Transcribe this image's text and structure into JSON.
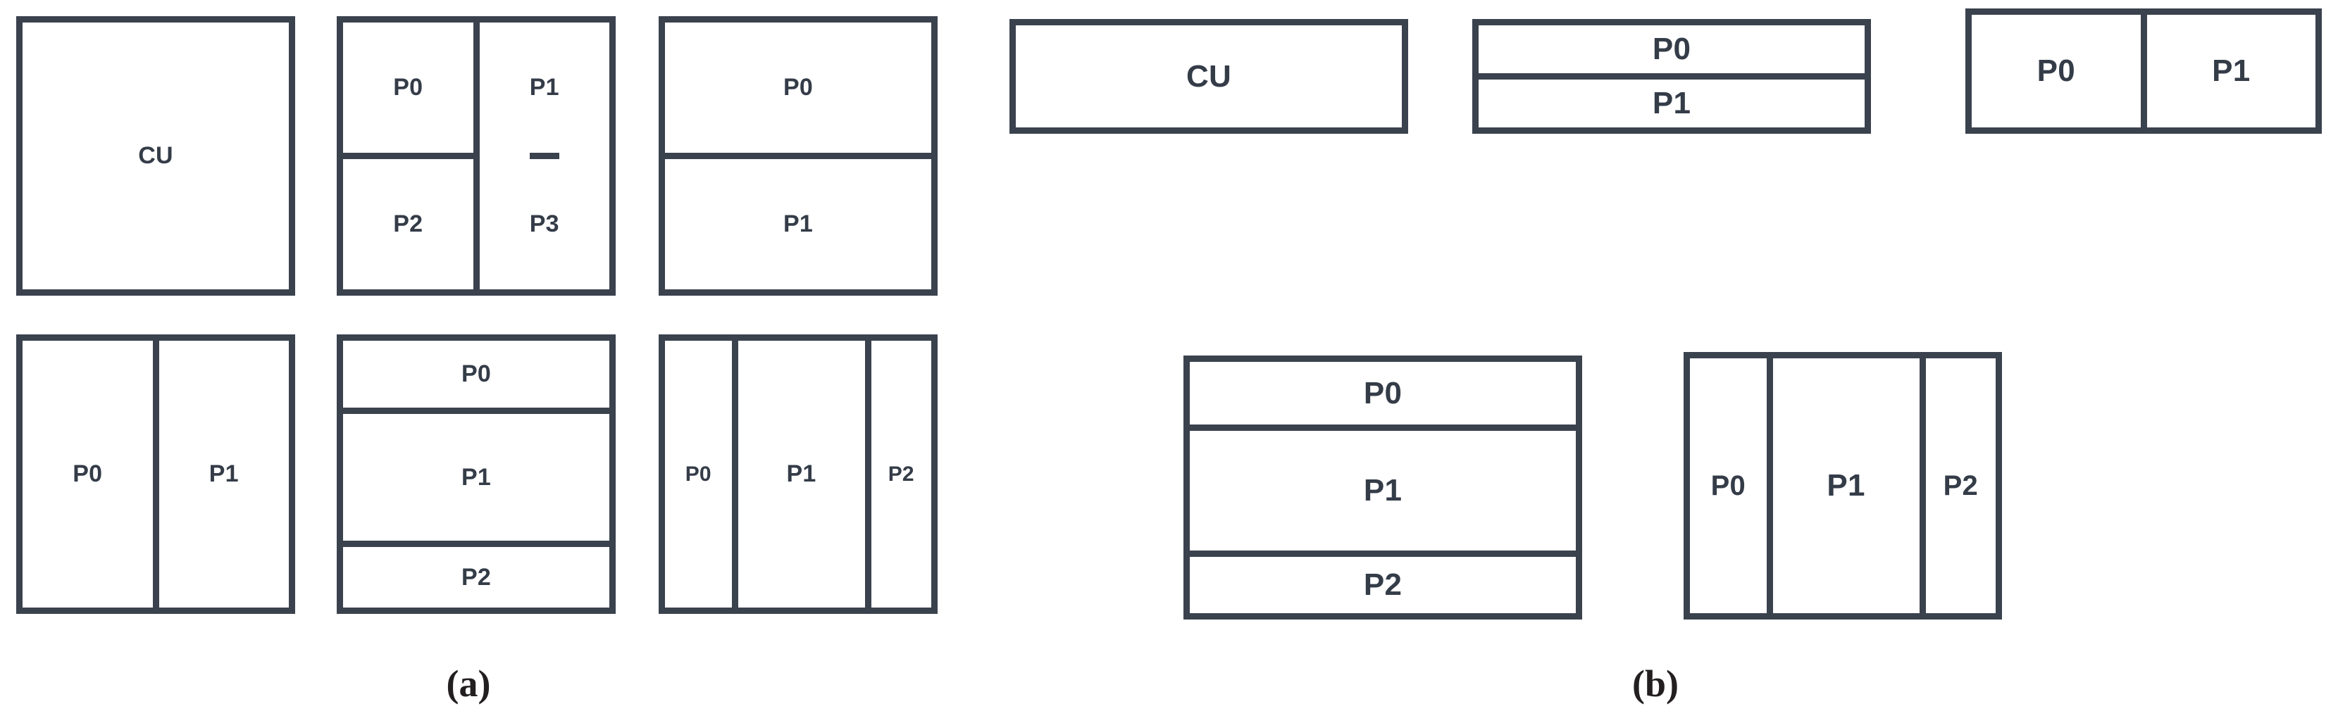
{
  "figure": {
    "background_color": "#ffffff",
    "stroke_color": "#3a424e",
    "text_color": "#343c48",
    "caption_color": "#231f20"
  },
  "panels": [
    {
      "id": "a",
      "caption": "(a)",
      "diagrams": [
        {
          "name": "cu-whole",
          "split": "none",
          "cells": [
            {
              "label": "CU"
            }
          ]
        },
        {
          "name": "quad-split",
          "split": "quad",
          "cells": [
            {
              "label": "P0"
            },
            {
              "label": "P1"
            },
            {
              "label": "P2"
            },
            {
              "label": "P3"
            }
          ]
        },
        {
          "name": "horizontal-half",
          "split": "rows",
          "cells": [
            {
              "label": "P0"
            },
            {
              "label": "P1"
            }
          ]
        },
        {
          "name": "vertical-half",
          "split": "cols",
          "cells": [
            {
              "label": "P0"
            },
            {
              "label": "P1"
            }
          ]
        },
        {
          "name": "horizontal-triple",
          "split": "rows",
          "cells": [
            {
              "label": "P0"
            },
            {
              "label": "P1"
            },
            {
              "label": "P2"
            }
          ]
        },
        {
          "name": "vertical-triple",
          "split": "cols",
          "cells": [
            {
              "label": "P0"
            },
            {
              "label": "P1"
            },
            {
              "label": "P2"
            }
          ]
        }
      ]
    },
    {
      "id": "b",
      "caption": "(b)",
      "diagrams": [
        {
          "name": "cu-whole",
          "split": "none",
          "cells": [
            {
              "label": "CU"
            }
          ]
        },
        {
          "name": "horizontal-half",
          "split": "rows",
          "cells": [
            {
              "label": "P0"
            },
            {
              "label": "P1"
            }
          ]
        },
        {
          "name": "vertical-half",
          "split": "cols",
          "cells": [
            {
              "label": "P0"
            },
            {
              "label": "P1"
            }
          ]
        },
        {
          "name": "horizontal-triple",
          "split": "rows",
          "cells": [
            {
              "label": "P0"
            },
            {
              "label": "P1"
            },
            {
              "label": "P2"
            }
          ]
        },
        {
          "name": "vertical-triple",
          "split": "cols",
          "cells": [
            {
              "label": "P0"
            },
            {
              "label": "P1"
            },
            {
              "label": "P2"
            }
          ]
        }
      ]
    }
  ]
}
